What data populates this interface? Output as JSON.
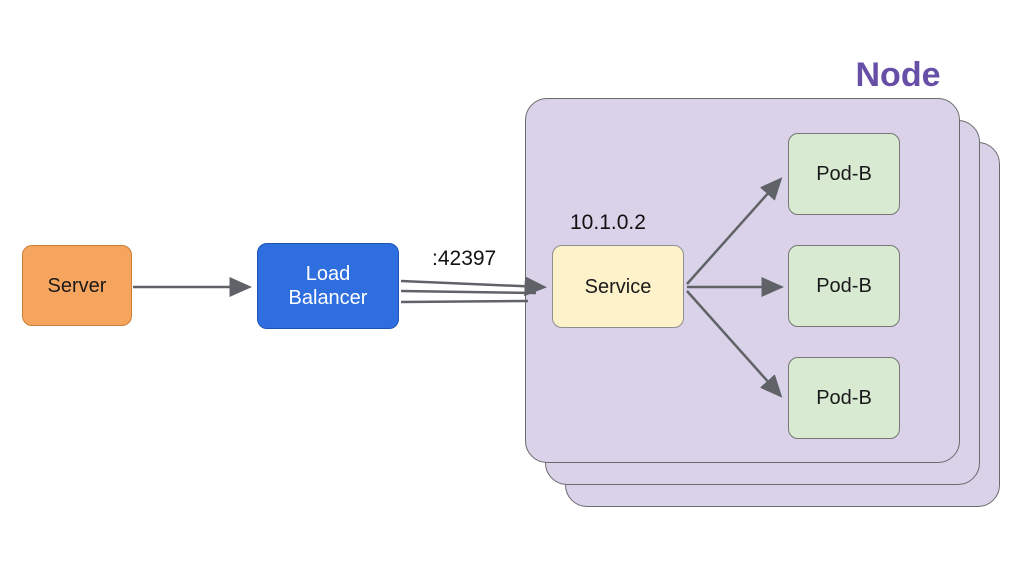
{
  "diagram": {
    "title": "Node",
    "server": {
      "label": "Server"
    },
    "load_balancer": {
      "label": "Load Balancer"
    },
    "port_label": ":42397",
    "service": {
      "label": "Service",
      "ip_label": "10.1.0.2"
    },
    "pods": [
      {
        "label": "Pod-B"
      },
      {
        "label": "Pod-B"
      },
      {
        "label": "Pod-B"
      }
    ],
    "colors": {
      "node_fill": "#d9d2e9",
      "node_title": "#674ea7",
      "server_fill": "#f6a55f",
      "load_balancer_fill": "#2f6ede",
      "service_fill": "#fef2cb",
      "pod_fill": "#d8ead2",
      "arrow": "#5f6368",
      "background": "#ffffff"
    }
  }
}
